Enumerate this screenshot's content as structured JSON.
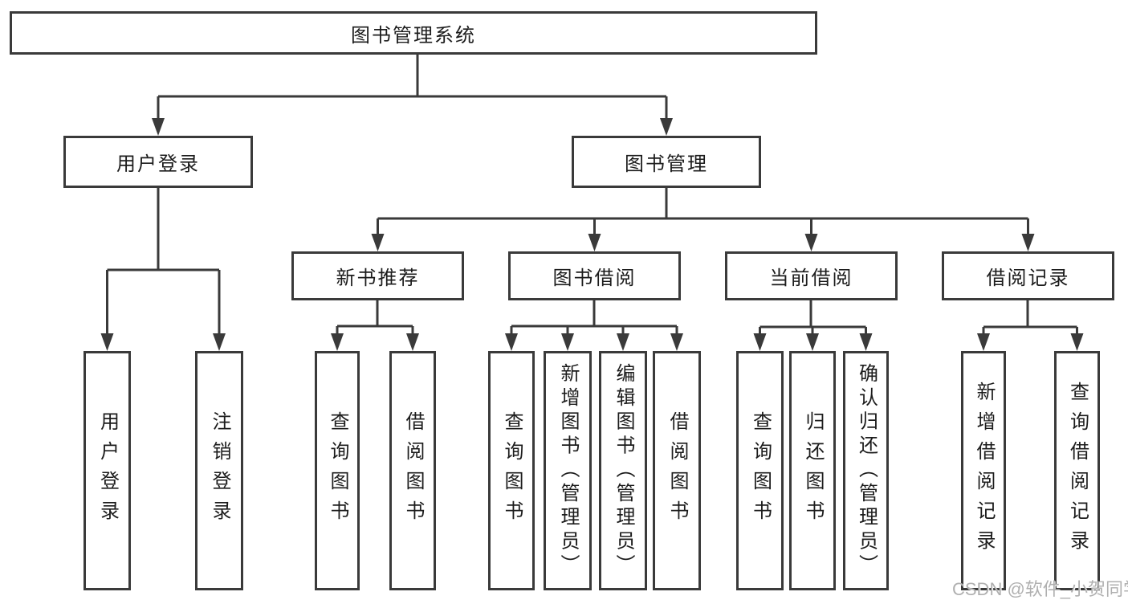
{
  "diagram": {
    "root": {
      "label": "图书管理系统"
    },
    "branches": [
      {
        "label": "用户登录",
        "children": [
          {
            "label": "用户登录"
          },
          {
            "label": "注销登录"
          }
        ]
      },
      {
        "label": "图书管理",
        "children": [
          {
            "label": "新书推荐",
            "children": [
              {
                "label": "查询图书"
              },
              {
                "label": "借阅图书"
              }
            ]
          },
          {
            "label": "图书借阅",
            "children": [
              {
                "label": "查询图书"
              },
              {
                "label": "新增图书（管理员）"
              },
              {
                "label": "编辑图书（管理员）"
              },
              {
                "label": "借阅图书"
              }
            ]
          },
          {
            "label": "当前借阅",
            "children": [
              {
                "label": "查询图书"
              },
              {
                "label": "归还图书"
              },
              {
                "label": "确认归还（管理员）"
              }
            ]
          },
          {
            "label": "借阅记录",
            "children": [
              {
                "label": "新增借阅记录"
              },
              {
                "label": "查询借阅记录"
              }
            ]
          }
        ]
      }
    ],
    "watermark": {
      "text": "CSDN @软件_小贺同学"
    },
    "colors": {
      "line": "#3a3a3a",
      "text": "#1c1c1c",
      "background": "#ffffff",
      "watermark": "#b0b0b0"
    }
  }
}
